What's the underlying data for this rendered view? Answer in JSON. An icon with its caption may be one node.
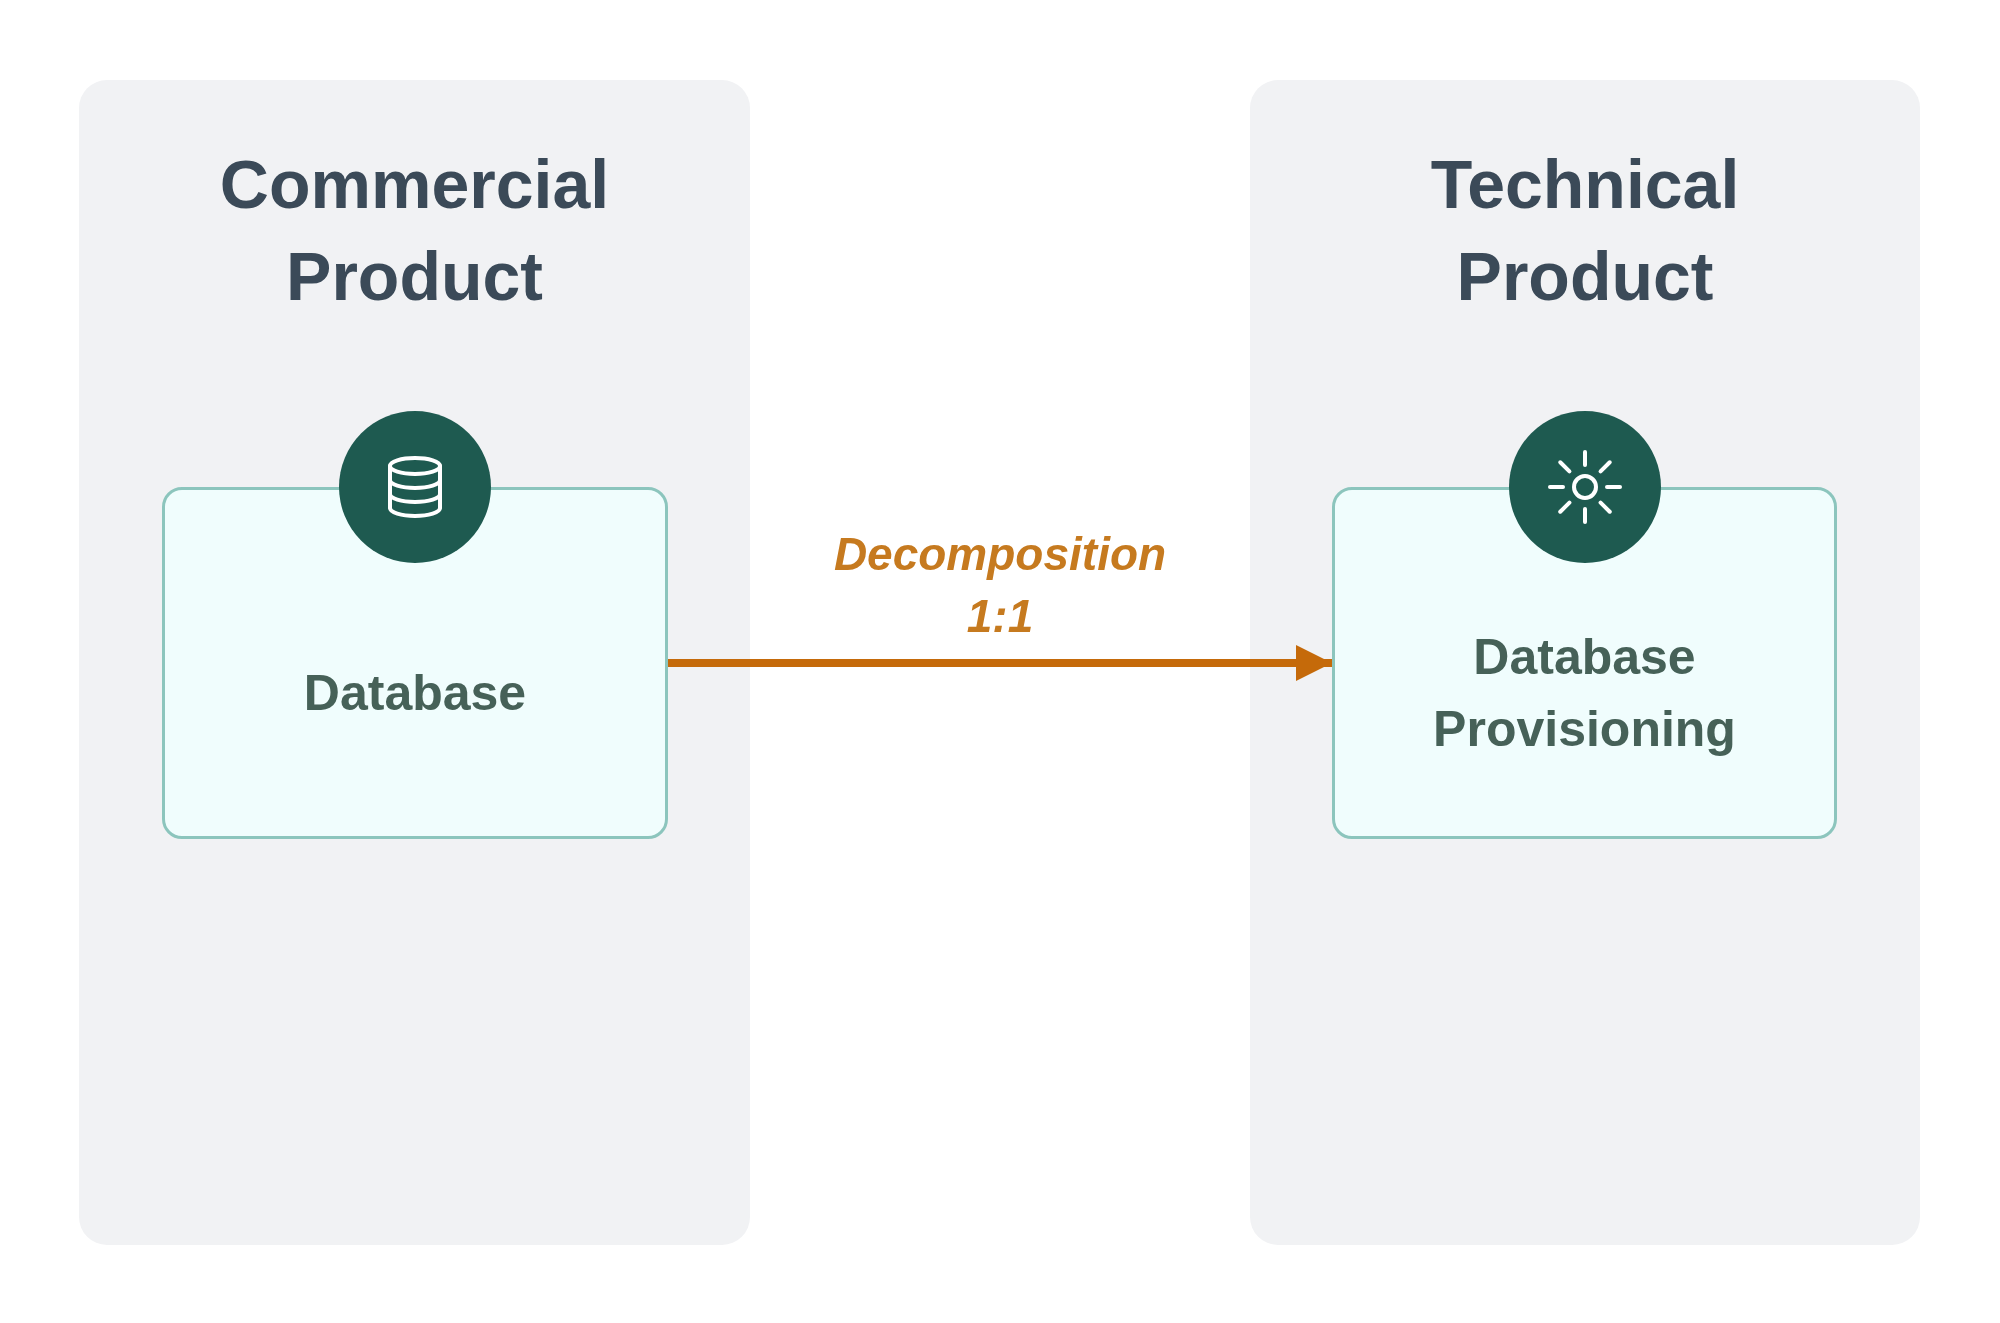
{
  "diagram": {
    "nodes": [
      {
        "text": [
          "Commercial Product"
        ]
      },
      {
        "text": [
          "Database"
        ],
        "in": 0
      },
      {
        "text": [
          "Technical Product"
        ]
      },
      {
        "text": [
          "Database Provisioning"
        ],
        "in": 2
      }
    ],
    "edges": [
      {
        "from": 1,
        "to": 3,
        "arrow": "to",
        "label": "Decomposition 1:1"
      }
    ]
  }
}
